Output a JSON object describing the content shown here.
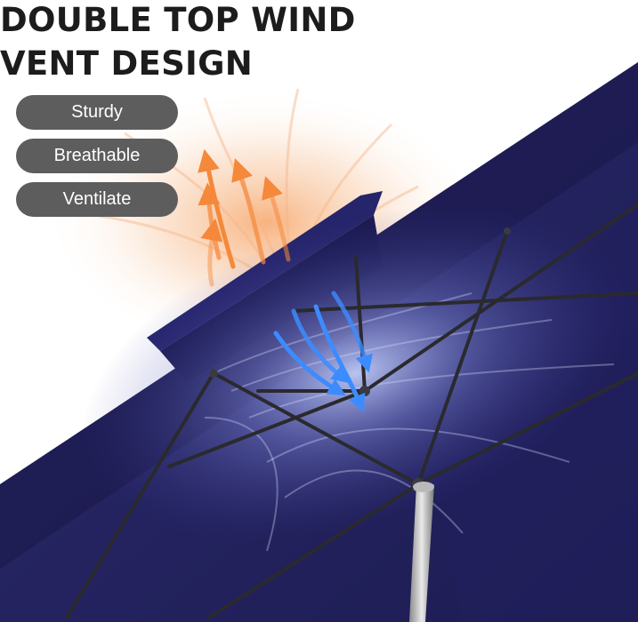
{
  "headline": {
    "line1": "DOUBLE TOP WIND",
    "line2": "VENT DESIGN"
  },
  "features": [
    {
      "label": "Sturdy"
    },
    {
      "label": "Breathable"
    },
    {
      "label": "Ventilate"
    }
  ],
  "colors": {
    "canopy": "#23215e",
    "canopy_shadow": "#191848",
    "frame": "#2a2a2e",
    "warm_air": "#f5883a",
    "cool_air": "#3c8cff",
    "pill": "#5d5d5d",
    "headline": "#1c1c1c"
  }
}
